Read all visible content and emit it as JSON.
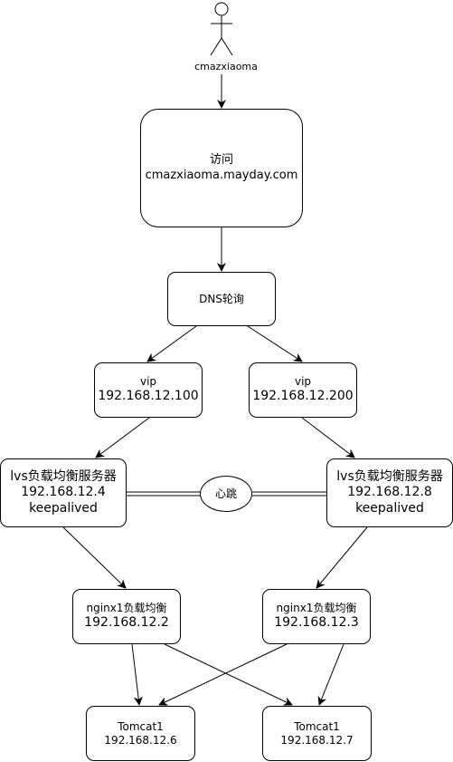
{
  "actor": {
    "label": "cmazxiaoma"
  },
  "access": {
    "line1": "访问",
    "line2": "cmazxiaoma.mayday.com"
  },
  "dns": {
    "label": "DNS轮询"
  },
  "vip_left": {
    "line1": "vip",
    "line2": "192.168.12.100"
  },
  "vip_right": {
    "line1": "vip",
    "line2": "192.168.12.200"
  },
  "lvs_left": {
    "line1": "lvs负载均衡服务器",
    "line2": "192.168.12.4",
    "line3": "keepalived"
  },
  "lvs_right": {
    "line1": "lvs负载均衡服务器",
    "line2": "192.168.12.8",
    "line3": "keepalived"
  },
  "heartbeat": {
    "label": "心跳"
  },
  "nginx_left": {
    "line1": "nginx1负载均衡",
    "line2": "192.168.12.2"
  },
  "nginx_right": {
    "line1": "nginx1负载均衡",
    "line2": "192.168.12.3"
  },
  "tomcat_left": {
    "line1": "Tomcat1",
    "line2": "192.168.12.6"
  },
  "tomcat_right": {
    "line1": "Tomcat1",
    "line2": "192.168.12.7"
  }
}
